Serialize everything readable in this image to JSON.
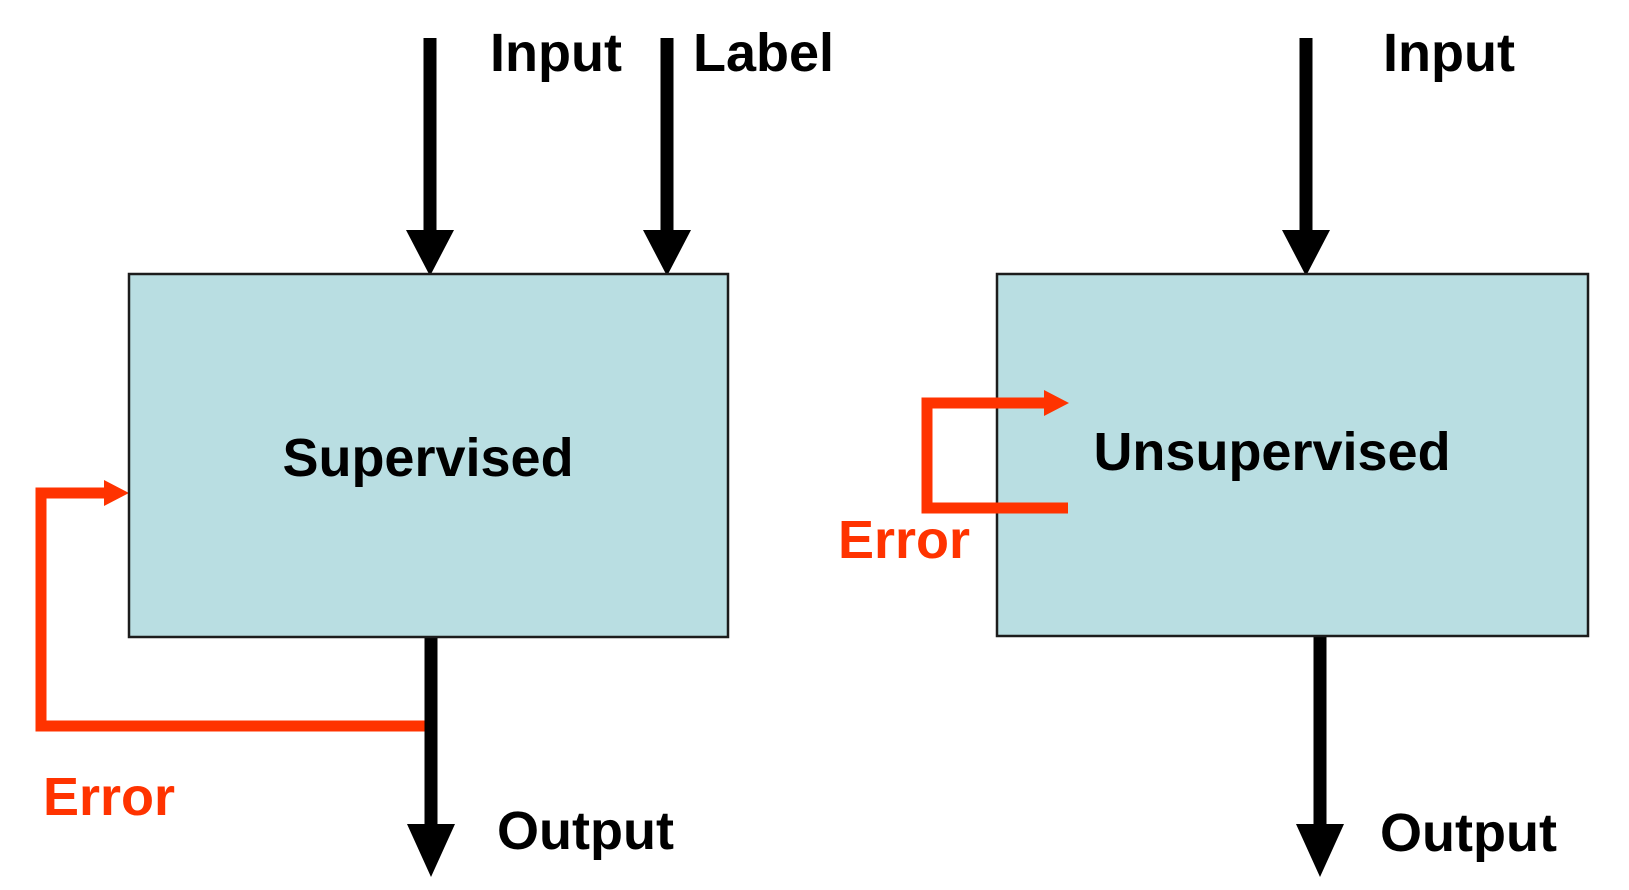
{
  "figure": {
    "title": "Supervised vs Unsupervised learning block diagram",
    "background_color": "#ffffff",
    "colors": {
      "box_fill": "#b9dee2",
      "box_border": "#1c1c1c",
      "flow_arrow": "#000000",
      "error_accent": "#ff3300"
    },
    "supervised_panel": {
      "box_label": "Supervised",
      "input_arrow_label": "Input",
      "label_arrow_label": "Label",
      "output_arrow_label": "Output",
      "error_loop_label": "Error"
    },
    "unsupervised_panel": {
      "box_label": "Unsupervised",
      "input_arrow_label": "Input",
      "output_arrow_label": "Output",
      "error_loop_label": "Error"
    }
  }
}
